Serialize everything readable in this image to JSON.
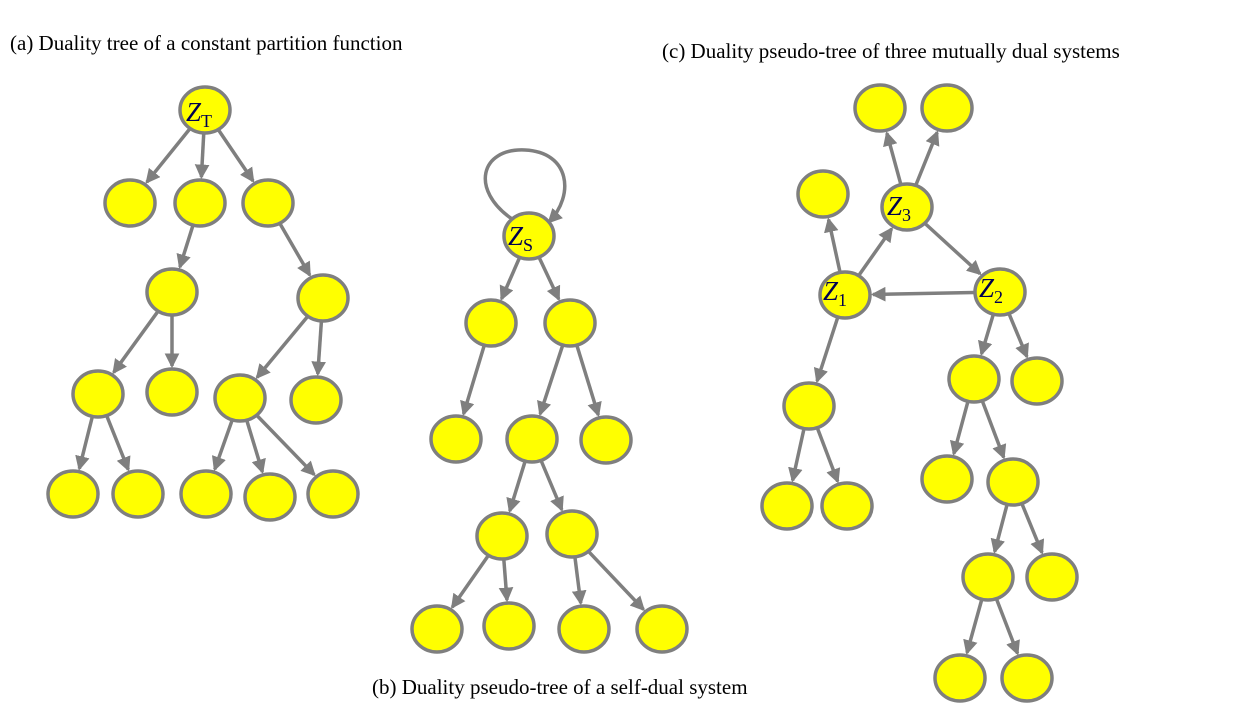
{
  "captions": {
    "a": "(a) Duality tree of a constant partition function",
    "b": "(b) Duality pseudo-tree of a self-dual system",
    "c": "(c) Duality pseudo-tree of three mutually dual systems"
  },
  "labels": {
    "zt": {
      "main": "Z",
      "sub": "T"
    },
    "zs": {
      "main": "Z",
      "sub": "S"
    },
    "z1": {
      "main": "Z",
      "sub": "1"
    },
    "z2": {
      "main": "Z",
      "sub": "2"
    },
    "z3": {
      "main": "Z",
      "sub": "3"
    }
  },
  "colors": {
    "node_fill": "#ffff00",
    "node_stroke": "#7f7f7f",
    "edge": "#7f7f7f",
    "label": "#000050"
  }
}
